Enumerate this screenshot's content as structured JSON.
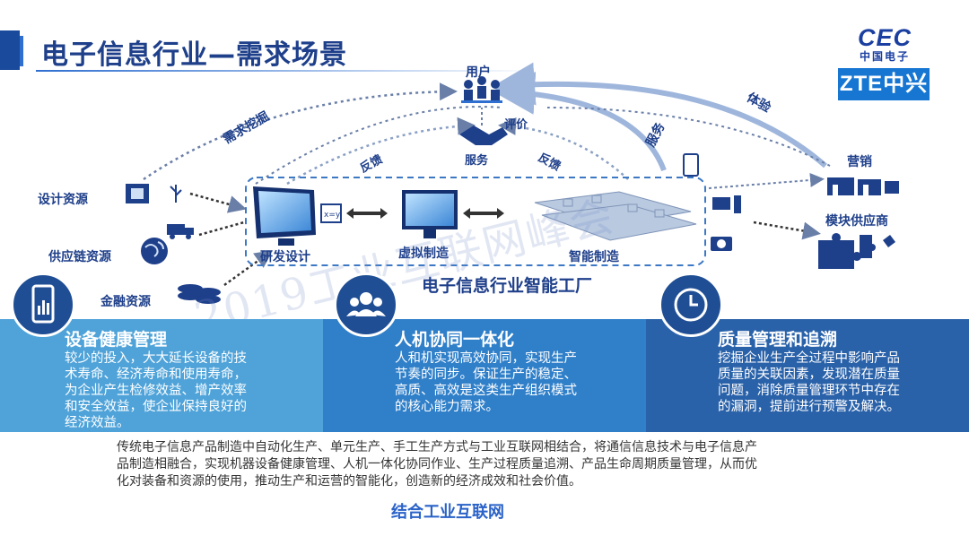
{
  "header": {
    "title": "电子信息行业—需求场景",
    "logo_cec": "CEC",
    "logo_cec_cn": "中国电子",
    "logo_zte": "ZTE中兴"
  },
  "diagram": {
    "user": "用户",
    "evaluate": "评价",
    "service": "服务",
    "experience": "体验",
    "demand_mining": "需求挖掘",
    "feedback_left": "反馈",
    "feedback_right": "反馈",
    "deliver": "服务",
    "design_resources": "设计资源",
    "supply_chain_resources": "供应链资源",
    "finance_resources": "金融资源",
    "rd_design": "研发设计",
    "virtual_manufacturing": "虚拟制造",
    "smart_manufacturing": "智能制造",
    "marketing": "营销",
    "module_supplier": "模块供应商",
    "factory_title": "电子信息行业智能工厂",
    "watermark": "2019工业互联网峰会"
  },
  "panels": [
    {
      "title": "设备健康管理",
      "lines": [
        "较少的投入，大大延长设备的技",
        "术寿命、经济寿命和使用寿命，",
        "为企业产生检修效益、增产效率",
        "和安全效益，使企业保持良好的",
        "经济效益。"
      ]
    },
    {
      "title": "人机协同一体化",
      "lines": [
        "人和机实现高效协同，实现生产",
        "节奏的同步。保证生产的稳定、",
        "高质、高效是这类生产组织模式",
        "的核心能力需求。"
      ]
    },
    {
      "title": "质量管理和追溯",
      "lines": [
        "挖掘企业生产全过程中影响产品",
        "质量的关联因素，发现潜在质量",
        "问题，消除质量管理环节中存在",
        "的漏洞，提前进行预警及解决。"
      ]
    }
  ],
  "summary": [
    "传统电子信息产品制造中自动化生产、单元生产、手工生产方式与工业互联网相结合，将通信信息技术与电子信息产",
    "品制造相融合，实现机器设备健康管理、人机一体化协同作业、生产过程质量追溯、产品生命周期质量管理，从而优",
    "化对装备和资源的使用，推动生产和运营的智能化，创造新的经济成效和社会价值。"
  ],
  "conclusion": "结合工业互联网",
  "colors": {
    "navy": "#1e3f8a",
    "panel1": "#4fa3d9",
    "panel2": "#2f7fc9",
    "panel3": "#2a62aa",
    "accent": "#2a62c8"
  }
}
